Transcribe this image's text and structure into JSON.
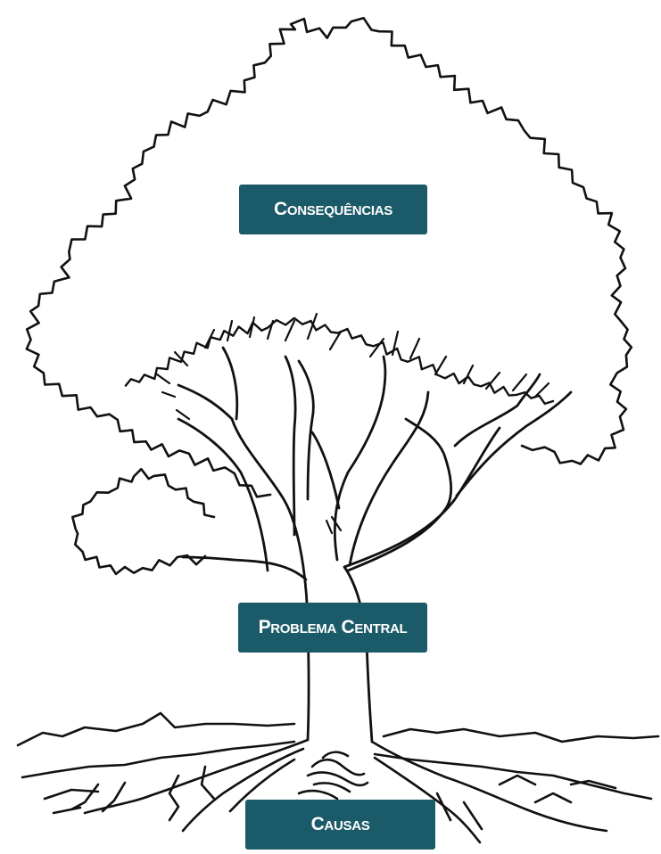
{
  "labels": {
    "consequences": "Consequências",
    "central_problem": "Problema Central",
    "causes": "Causas"
  },
  "colors": {
    "label_background": "#1b5a68",
    "label_text": "#ffffff",
    "line": "#111111"
  }
}
